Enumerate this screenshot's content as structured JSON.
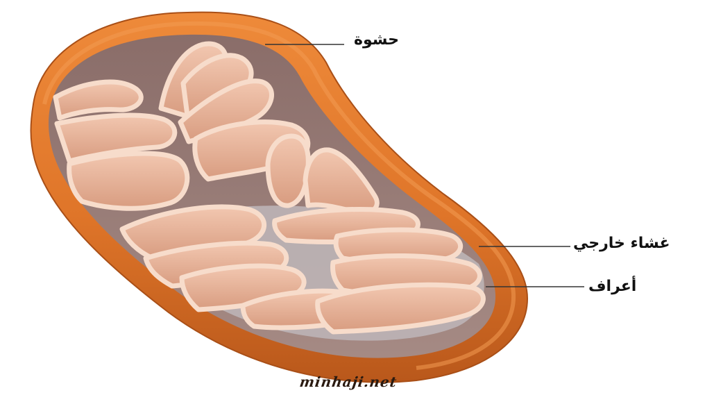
{
  "diagram": {
    "labels": {
      "matrix": "حشوة",
      "outer_membrane": "غشاء خارجي",
      "cristae": "أعراف"
    },
    "watermark": "minhaji.net",
    "colors": {
      "outer_membrane": "#e07a2c",
      "outer_membrane_dark": "#b4561a",
      "inner_cavity": "#8f716a",
      "cristae_fill": "#e9b39a",
      "cristae_edge": "#f6d9c8",
      "matrix_gray": "#bdb6b8",
      "leader_line": "#333333"
    }
  }
}
